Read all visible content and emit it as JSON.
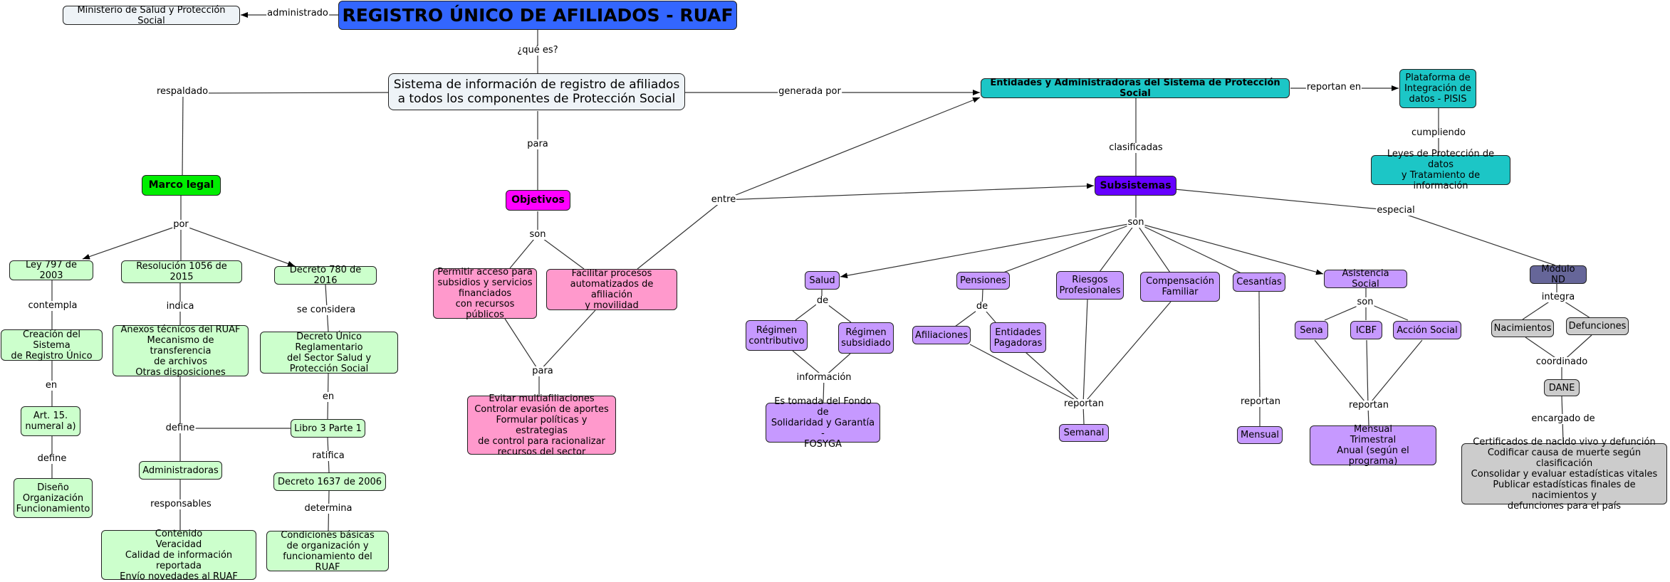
{
  "nodes": {
    "title": "REGISTRO ÚNICO DE AFILIADOS - RUAF",
    "ministerio": "Ministerio de Salud y Protección Social",
    "sistema": "Sistema de información de registro de afiliados a todos los componentes de Protección Social",
    "entidades": "Entidades y Administradoras del Sistema de Protección Social",
    "pisis": "Plataforma de\nIntegración de\ndatos - PISIS",
    "leyes": "Leyes de Protección de datos\ny Tratamiento de información",
    "marco_legal": "Marco legal",
    "objetivos": "Objetivos",
    "subsistemas": "Subsistemas",
    "ley797": "Ley 797 de 2003",
    "res1056": "Resolución 1056 de 2015",
    "dec780": "Decreto 780 de 2016",
    "creacion": "Creación del Sistema\nde Registro Único",
    "art15": "Art. 15.\nnumeral a)",
    "diseno": "Diseño\nOrganización\nFuncionamiento",
    "anexos": "Anexos técnicos del RUAF\nMecanismo de transferencia\nde archivos\nOtras disposiciones",
    "administradoras": "Administradoras",
    "contenido": "Contenido\nVeracidad\nCalidad de información reportada\nEnvío novedades al RUAF",
    "dec_unico": "Decreto Único Reglamentario\ndel Sector Salud y\nProtección Social",
    "libro3": "Libro 3 Parte 1",
    "dec1637": "Decreto 1637 de 2006",
    "condiciones": "Condiciones básicas\nde organización y\nfuncionamiento del RUAF",
    "permitir": "Permitir acceso para\nsubsidios y servicios\nfinanciados\ncon recursos públicos",
    "facilitar": "Facilitar procesos\nautomatizados de afiliación\ny movilidad",
    "evitar": "Evitar multiafiliaciones\nControlar evasión de aportes\nFormular políticas y estrategias\nde control para racionalizar\nrecursos del sector",
    "salud": "Salud",
    "reg_contrib": "Régimen\ncontributivo",
    "reg_subs": "Régimen\nsubsidiado",
    "fosyga": "Es tomada del Fondo de\nSolidaridad y Garantía -\nFOSYGA",
    "pensiones": "Pensiones",
    "afiliaciones": "Afiliaciones",
    "entidades_pag": "Entidades\nPagadoras",
    "riesgos": "Riesgos\nProfesionales",
    "compensacion": "Compensación\nFamiliar",
    "semanal": "Semanal",
    "cesantias": "Cesantías",
    "mensual": "Mensual",
    "asistencia": "Asistencia Social",
    "sena": "Sena",
    "icbf": "ICBF",
    "accion": "Acción Social",
    "mensual_trim": "Mensual\nTrimestral\nAnual (según el programa)",
    "modulo": "Módulo ND",
    "nacimientos": "Nacimientos",
    "defunciones": "Defunciones",
    "dane": "DANE",
    "certificados": "Certificados de nacido vivo y defunción\nCodificar causa de muerte según clasificación\nConsolidar y evaluar estadísticas vitales\nPublicar estadísticas finales de nacimientos y\ndefunciones para el país"
  },
  "links": {
    "administrado": "administrado",
    "que_es": "¿qué es?",
    "respaldado": "respaldado",
    "generada_por": "generada por",
    "reportan_en": "reportan en",
    "cumpliendo": "cumpliendo",
    "clasificadas": "clasificadas",
    "para1": "para",
    "por": "por",
    "son1": "son",
    "entre": "entre",
    "son2": "son",
    "especial": "especial",
    "contempla": "contempla",
    "en1": "en",
    "define1": "define",
    "indica": "indica",
    "define2": "define",
    "responsables": "responsables",
    "se_considera": "se considera",
    "en2": "en",
    "ratifica": "ratifica",
    "determina": "determina",
    "para2": "para",
    "de1": "de",
    "informacion": "información",
    "de2": "de",
    "reportan1": "reportan",
    "reportan2": "reportan",
    "son3": "son",
    "reportan3": "reportan",
    "integra": "integra",
    "coordinado": "coordinado",
    "encargado_de": "encargado de"
  }
}
